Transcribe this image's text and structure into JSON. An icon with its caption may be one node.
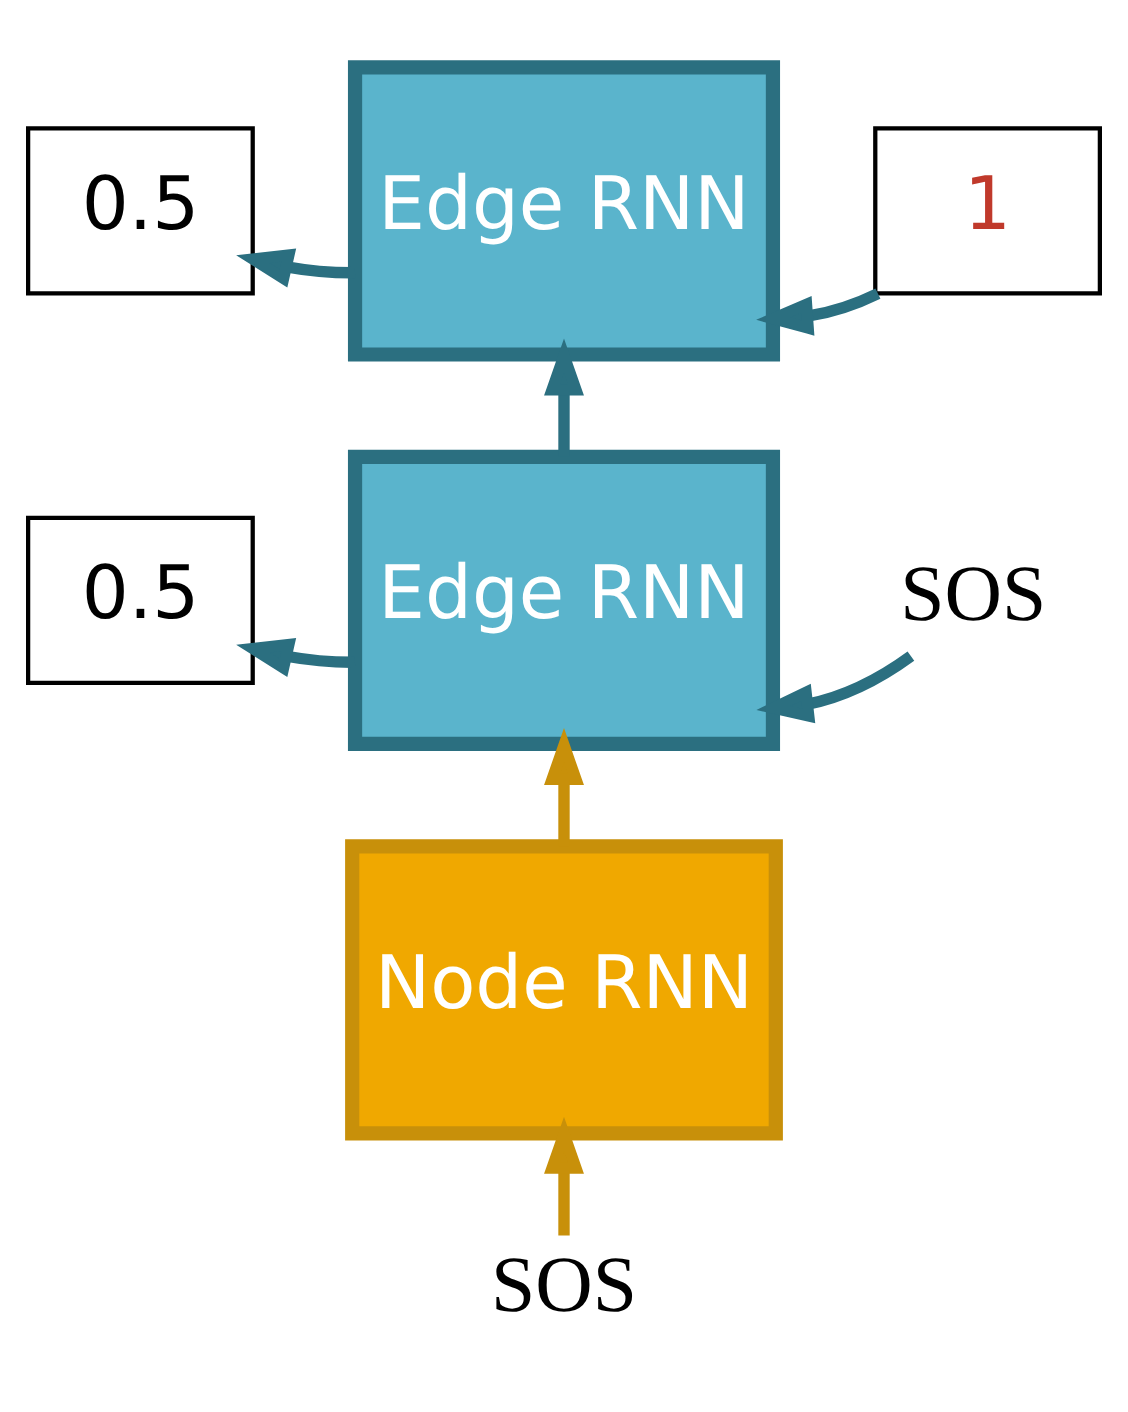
{
  "diagram": {
    "nodes": [
      {
        "text": [
          "0.5"
        ]
      },
      {
        "text": [
          "Edge RNN"
        ]
      },
      {
        "text": [
          "1"
        ]
      },
      {
        "text": [
          "0.5"
        ]
      },
      {
        "text": [
          "Edge RNN"
        ]
      },
      {
        "text": [
          "SOS"
        ]
      },
      {
        "text": [
          "Node RNN"
        ]
      },
      {
        "text": [
          "SOS"
        ]
      }
    ],
    "edges": [
      {
        "from": 1,
        "to": 0,
        "arrow": "to"
      },
      {
        "from": 2,
        "to": 1,
        "arrow": "to"
      },
      {
        "from": 4,
        "to": 1,
        "arrow": "to"
      },
      {
        "from": 4,
        "to": 3,
        "arrow": "to"
      },
      {
        "from": 5,
        "to": 4,
        "arrow": "to"
      },
      {
        "from": 6,
        "to": 4,
        "arrow": "to",
        "color": "#c8900a"
      },
      {
        "from": 7,
        "to": 6,
        "arrow": "to",
        "color": "#c8900a"
      }
    ]
  }
}
